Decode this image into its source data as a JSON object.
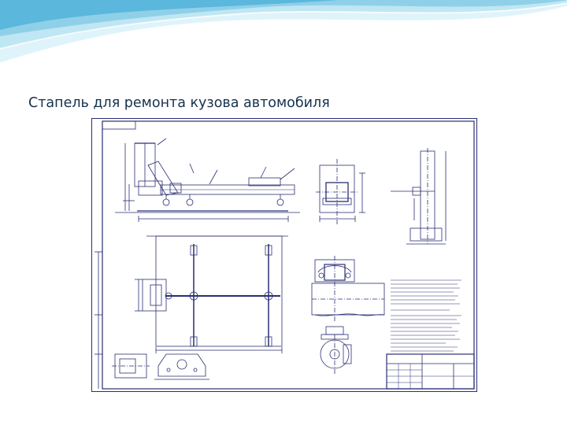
{
  "slide": {
    "title": "Стапель для ремонта кузова автомобиля"
  },
  "theme": {
    "wave_colors": [
      "#bfe6f3",
      "#8fd0e8",
      "#5bb7dc",
      "#dff3fa"
    ],
    "title_color": "#16324f",
    "drawing_line_color": "#2a2f73"
  },
  "drawing": {
    "kind": "engineering-drawing",
    "icon": "blueprint"
  }
}
